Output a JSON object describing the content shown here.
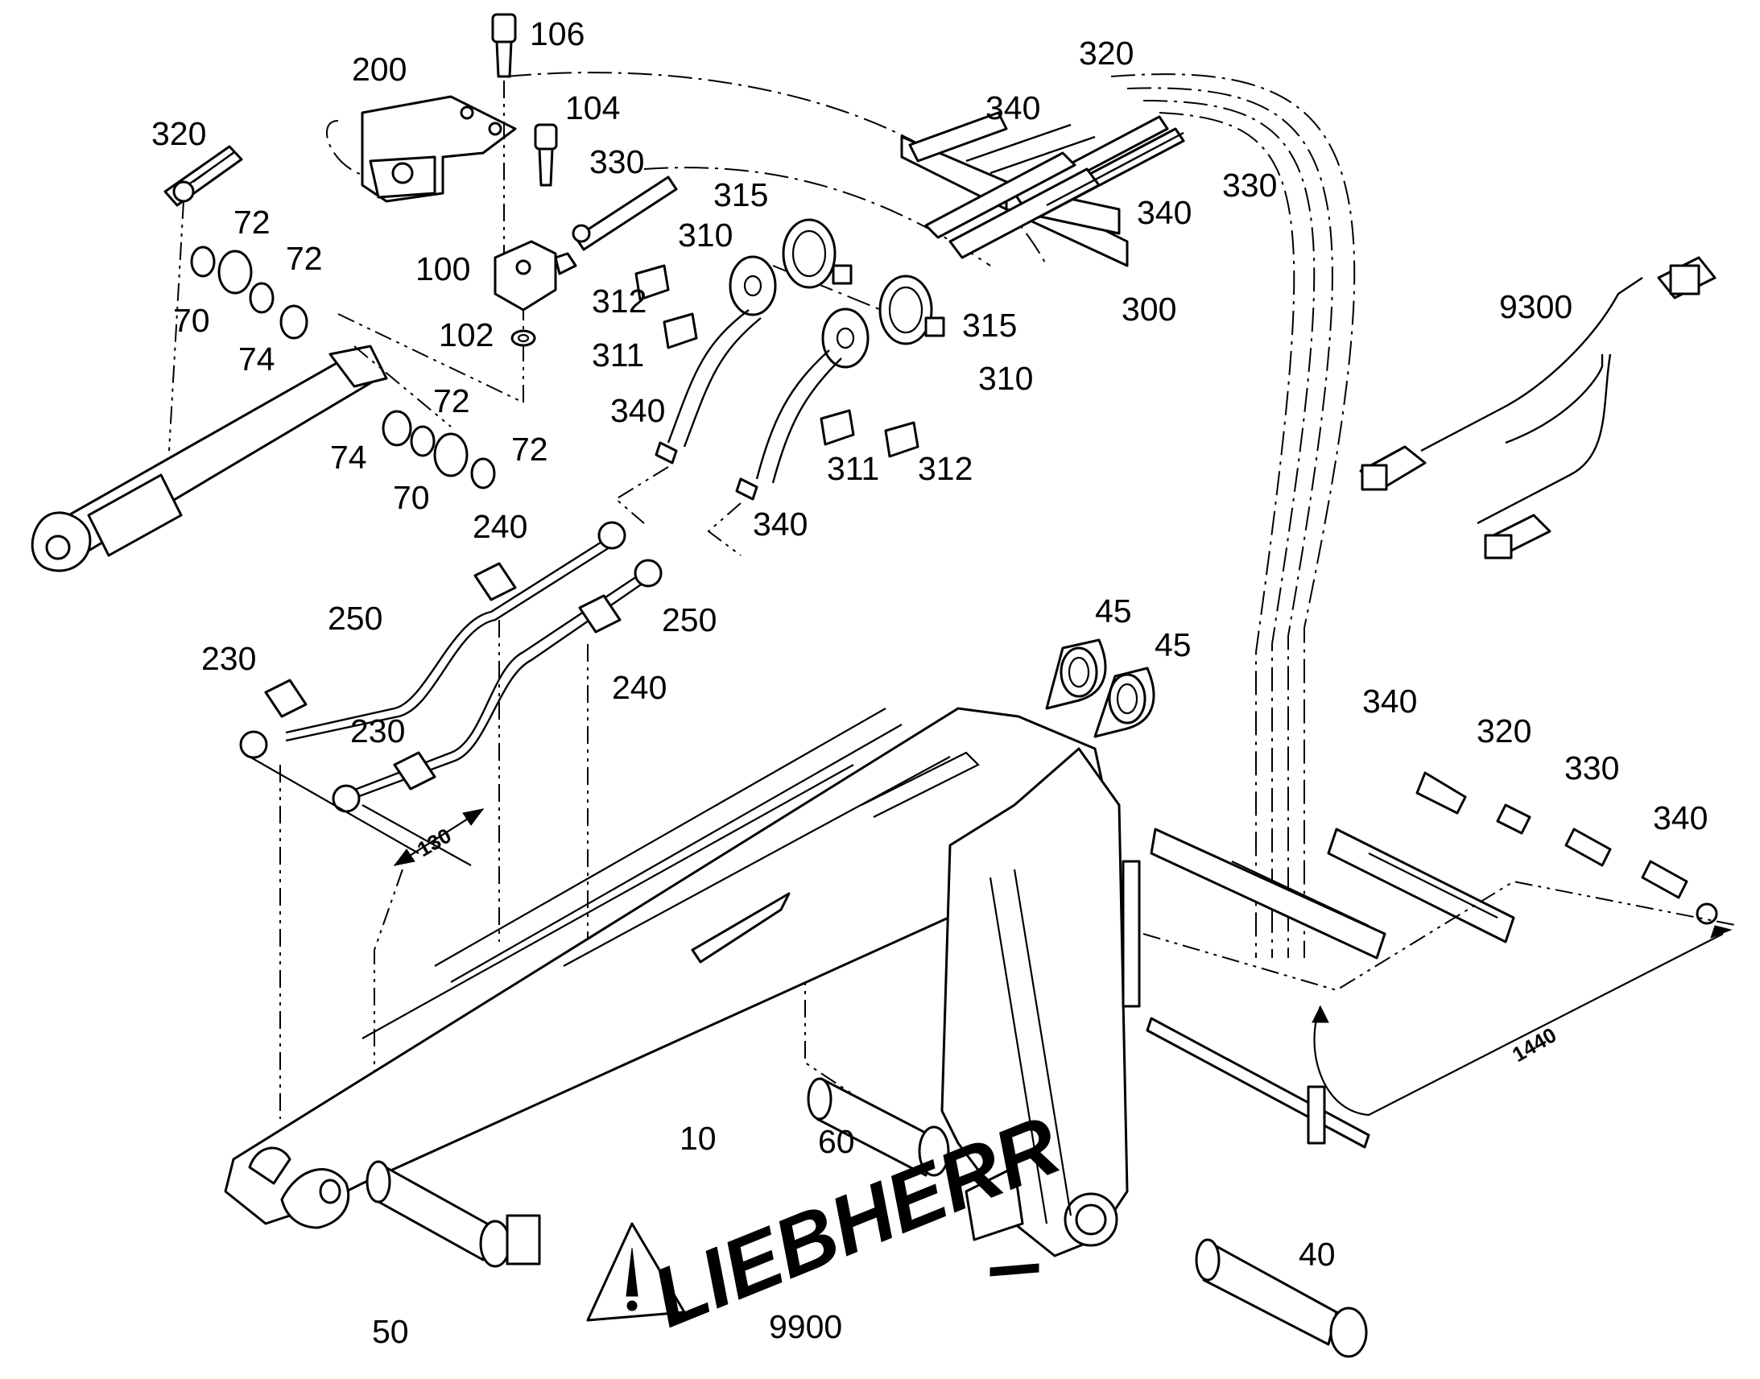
{
  "brand": {
    "logo_text": "LIEBHERR",
    "warning_icon": "warning-triangle-icon"
  },
  "callouts": {
    "c106": "106",
    "c200": "200",
    "c104": "104",
    "c320a": "320",
    "c320b": "320",
    "c320c": "320",
    "c340a": "340",
    "c340b": "340",
    "c340c": "340",
    "c340d": "340",
    "c340e": "340",
    "c340f": "340",
    "c330a": "330",
    "c330b": "330",
    "c330c": "330",
    "c315a": "315",
    "c315b": "315",
    "c310a": "310",
    "c310b": "310",
    "c312a": "312",
    "c312b": "312",
    "c311a": "311",
    "c311b": "311",
    "c300": "300",
    "c100": "100",
    "c102": "102",
    "c72a": "72",
    "c72b": "72",
    "c72c": "72",
    "c72d": "72",
    "c70a": "70",
    "c70b": "70",
    "c74a": "74",
    "c74b": "74",
    "c9300": "9300",
    "c240a": "240",
    "c240b": "240",
    "c250a": "250",
    "c250b": "250",
    "c230a": "230",
    "c230b": "230",
    "c45a": "45",
    "c45b": "45",
    "c10": "10",
    "c60": "60",
    "c50": "50",
    "c40": "40",
    "c9900": "9900"
  },
  "dimensions": {
    "d130": "130",
    "d1440": "1440"
  }
}
